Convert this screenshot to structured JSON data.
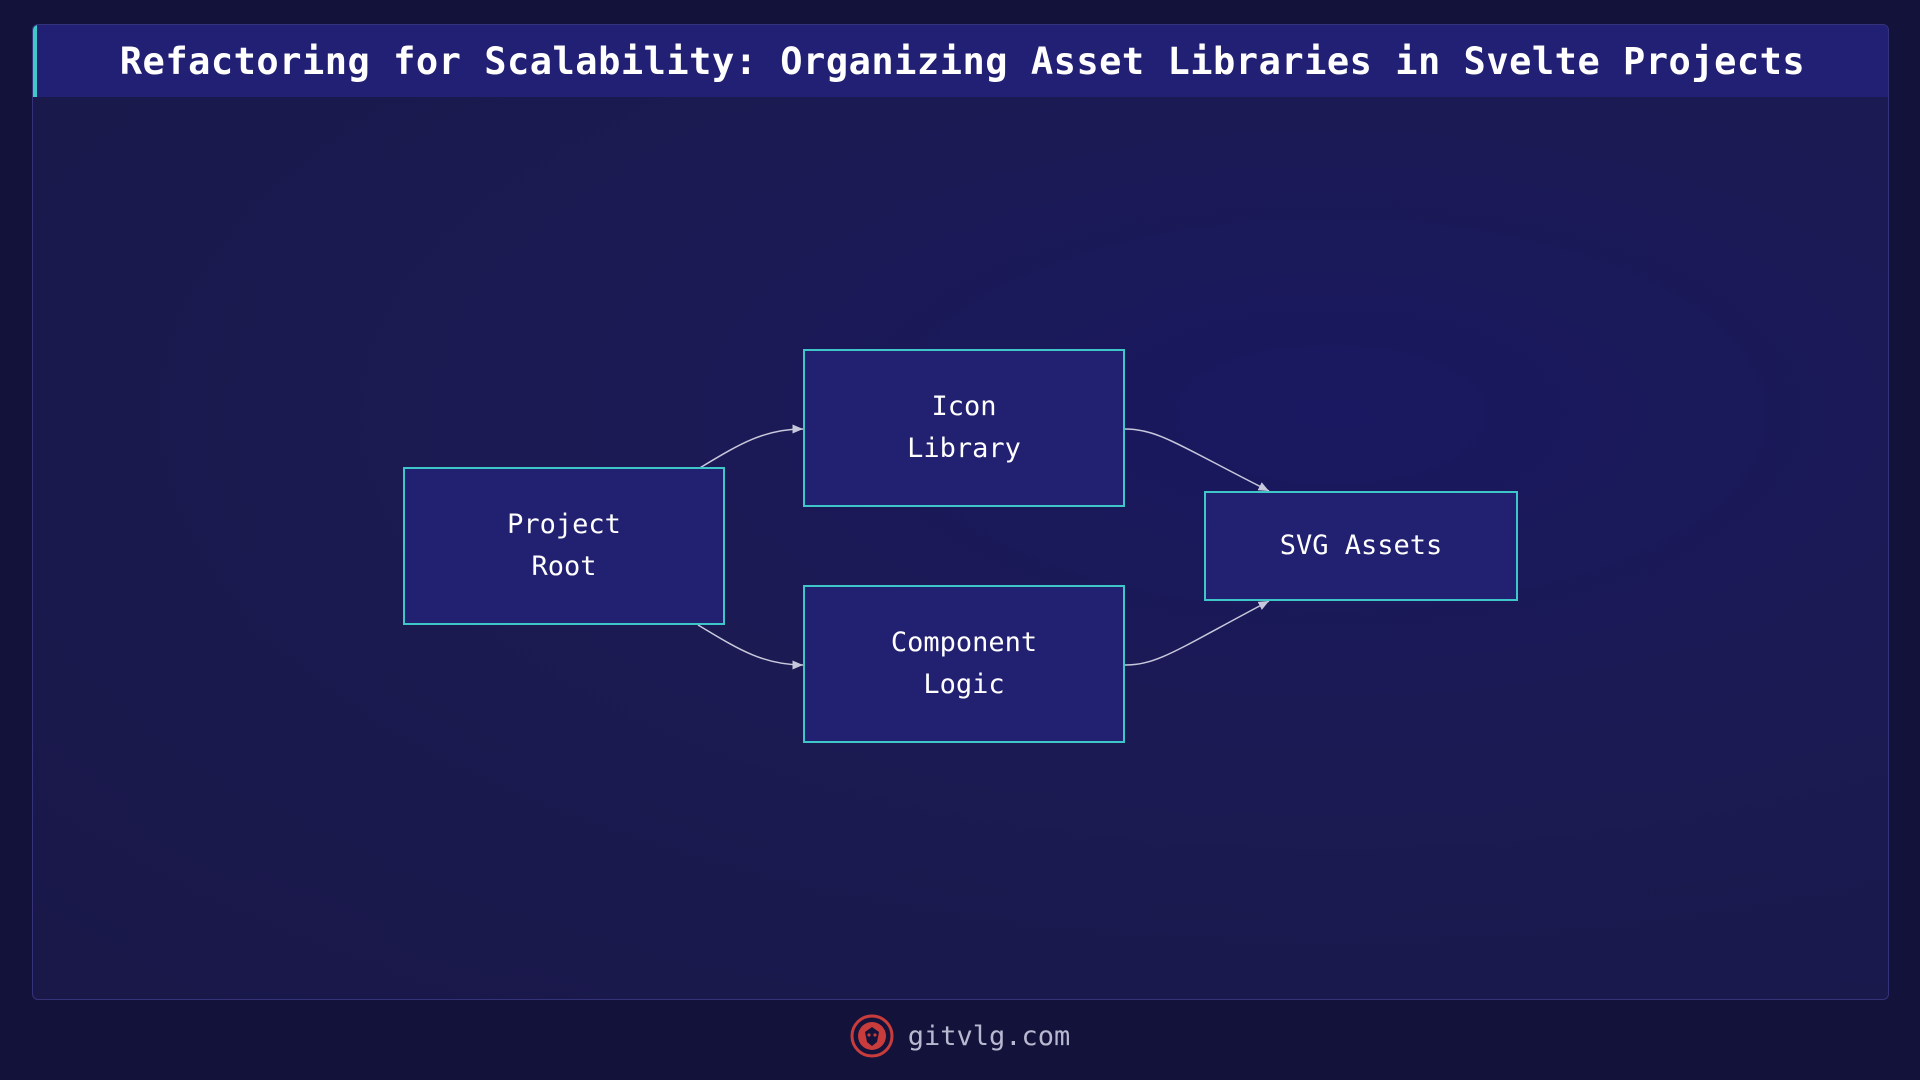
{
  "title": "Refactoring for Scalability: Organizing Asset Libraries in Svelte Projects",
  "diagram": {
    "nodes": [
      {
        "id": "project-root",
        "label": "Project\nRoot"
      },
      {
        "id": "icon-library",
        "label": "Icon\nLibrary"
      },
      {
        "id": "component-logic",
        "label": "Component\nLogic"
      },
      {
        "id": "svg-assets",
        "label": "SVG Assets"
      }
    ],
    "edges": [
      {
        "from": "project-root",
        "to": "icon-library"
      },
      {
        "from": "project-root",
        "to": "component-logic"
      },
      {
        "from": "icon-library",
        "to": "svg-assets"
      },
      {
        "from": "component-logic",
        "to": "svg-assets"
      }
    ]
  },
  "footer": {
    "site": "gitvlg.com",
    "logo_icon": "lion-logo-icon"
  },
  "colors": {
    "background": "#13123a",
    "node_fill": "#222070",
    "node_border": "#3ec6c8",
    "edge": "#c8c8dc",
    "logo": "#c83c3c"
  }
}
